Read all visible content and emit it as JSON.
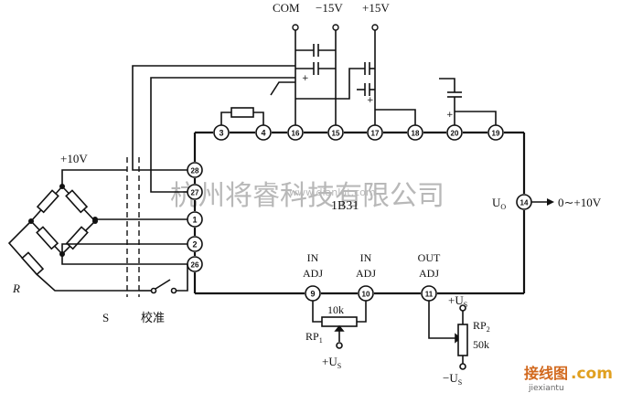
{
  "top_labels": {
    "com": "COM",
    "neg15": "−15V",
    "pos15": "+15V"
  },
  "supply_label": "+10V",
  "chip_name": "1B31",
  "bridge_label": "R",
  "switch_label": "S",
  "calibrate_label": "校准",
  "output_label": "U",
  "output_sub": "O",
  "output_range": "0∼+10V",
  "in_adj_1": {
    "line1": "IN",
    "line2": "ADJ"
  },
  "in_adj_2": {
    "line1": "IN",
    "line2": "ADJ"
  },
  "out_adj": {
    "line1": "OUT",
    "line2": "ADJ"
  },
  "vs_label": "+U",
  "vs_sub": "S",
  "pot1": {
    "value": "10k",
    "name": "RP",
    "sub": "1",
    "supply": "+U",
    "supply_sub": "S"
  },
  "pot2": {
    "name": "RP",
    "sub": "2",
    "value": "50k",
    "supply": "−U",
    "supply_sub": "S"
  },
  "pins": {
    "p3": "3",
    "p4": "4",
    "p16": "16",
    "p15": "15",
    "p17": "17",
    "p18": "18",
    "p20": "20",
    "p19": "19",
    "p28": "28",
    "p27": "27",
    "p1": "1",
    "p2": "2",
    "p26": "26",
    "p9": "9",
    "p10": "10",
    "p11": "11",
    "p14": "14"
  },
  "watermark": "杭州将睿科技有限公司",
  "watermark_url": "www.dianlut.com",
  "logo": {
    "brand": "接线图",
    "suffix": ".com",
    "site": "jiexiantu"
  }
}
